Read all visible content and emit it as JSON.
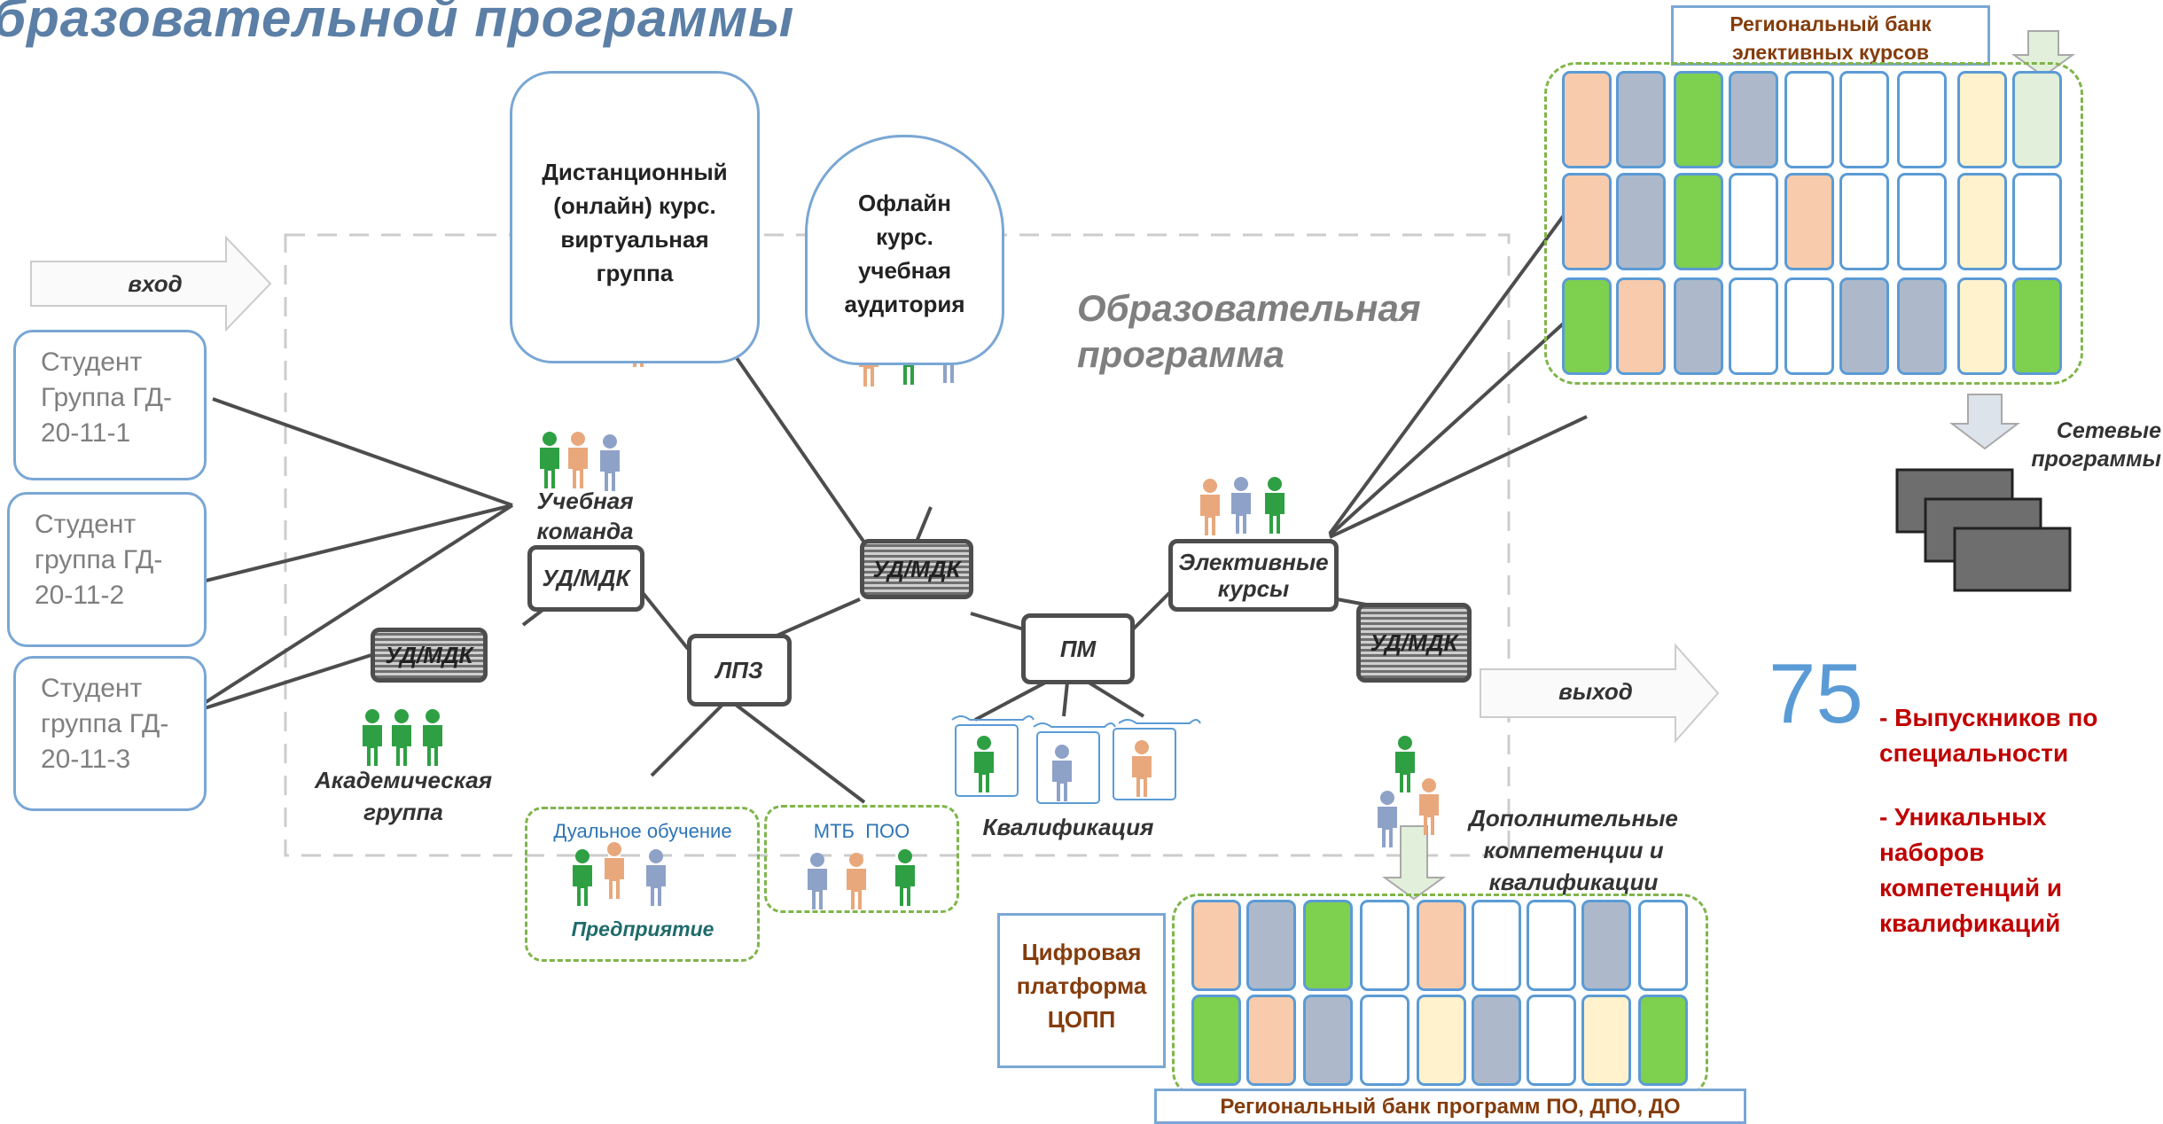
{
  "title": "бразовательной программы",
  "program_label": "Образовательная программа",
  "input_label": "вход",
  "output_label": "выход",
  "students": [
    {
      "line1": "Студент",
      "line2": "Группа ГД-",
      "line3": "20-11-1"
    },
    {
      "line1": "Студент",
      "line2": "группа ГД-",
      "line3": "20-11-2"
    },
    {
      "line1": "Студент",
      "line2": "группа ГД-",
      "line3": "20-11-3"
    }
  ],
  "online_course": "Дистанционный (онлайн) курс. виртуальная группа",
  "offline_course": "Офлайн курс. учебная аудитория",
  "nodes": {
    "ud_mdk": "УД/МДК",
    "lpz": "ЛПЗ",
    "pm": "ПМ",
    "electives": "Элективные курсы"
  },
  "team_label": "Учебная команда",
  "academic_group_label": "Академическая группа",
  "dual_label": "Дуальное обучение",
  "enterprise_label": "Предприятие",
  "mtb_label": "МТБ  ПОО",
  "qualification_label": "Квалификация",
  "extra_label": "Дополнительные компетенции и квалификации",
  "bank_electives_title": "Региональный банк элективных курсов",
  "bank_programs_title": "Региональный банк программ ПО, ДПО, ДО",
  "digital_platform": "Цифровая платформа ЦОПП",
  "network_label": "Сетевые программы",
  "big_number": "75",
  "red_item1": "-   Выпускников по специальности",
  "red_item2": "-   Уникальных наборов компетенций и квалификаций",
  "colors": {
    "green": "#2ea043",
    "orange": "#e8a87c",
    "blue": "#8ea2c8",
    "cell_orange": "#f8cbad",
    "cell_gray": "#adb9ca",
    "cell_green": "#7ed04f",
    "cell_yellow": "#fff2cc",
    "cell_lightgreen": "#e2efda"
  }
}
